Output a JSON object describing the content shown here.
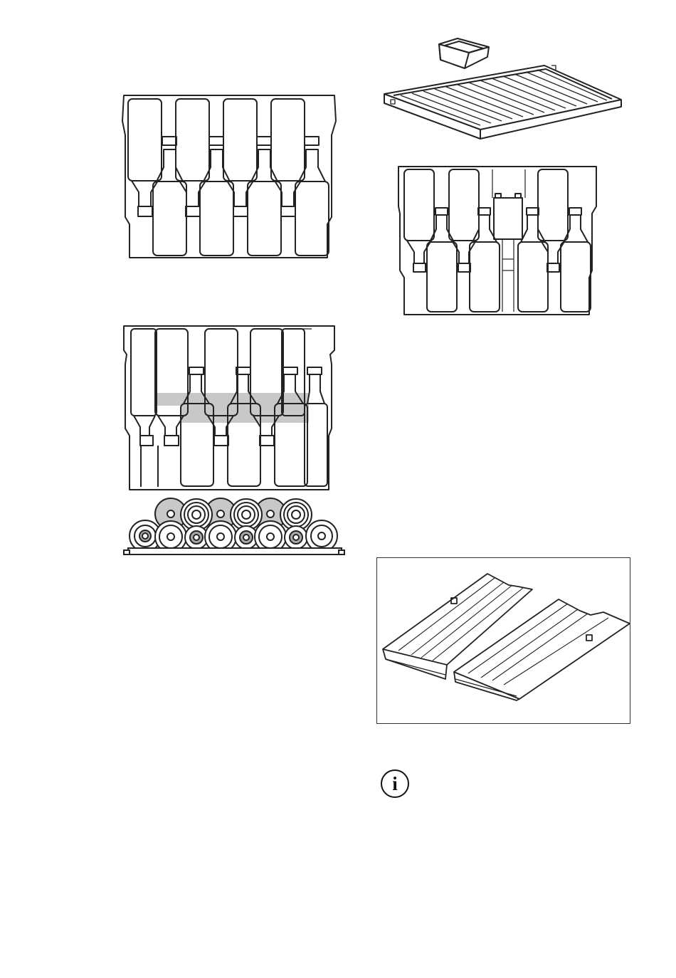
{
  "page": {
    "info_icon": {
      "icon": "info-icon",
      "glyph": "i"
    },
    "figures": [
      {
        "id": "fig-bottles-shelf-a",
        "depicts": "bottles"
      },
      {
        "id": "fig-shelf-with-box",
        "depicts": "shelf-with-box"
      },
      {
        "id": "fig-bottles-shelf-b",
        "depicts": "bottles-with-box"
      },
      {
        "id": "fig-bottles-shelf-c",
        "depicts": "bottles-shaded"
      },
      {
        "id": "fig-bottles-stacked",
        "depicts": "bottles-front-view"
      },
      {
        "id": "fig-split-shelf",
        "depicts": "split-shelf"
      }
    ],
    "colors": {
      "line": "#222222",
      "shade": "#c8c8c8",
      "dark-shade": "#a8a8a8",
      "frame": "#333333"
    }
  }
}
